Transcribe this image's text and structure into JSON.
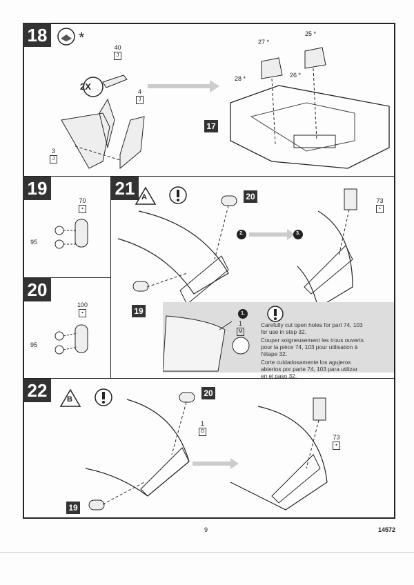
{
  "steps": [
    {
      "number": "18",
      "multiplier": "2X",
      "asterisk": "*",
      "parts": [
        {
          "num": "40",
          "sprue": "J"
        },
        {
          "num": "4",
          "sprue": "J"
        },
        {
          "num": "3",
          "sprue": "J"
        },
        {
          "num": "27 *"
        },
        {
          "num": "25 *"
        },
        {
          "num": "28 *"
        },
        {
          "num": "26 *"
        }
      ],
      "ref_step": "17"
    },
    {
      "number": "19",
      "parts": [
        {
          "num": "70",
          "sprue": "▪"
        },
        {
          "num": "95"
        }
      ]
    },
    {
      "number": "20",
      "parts": [
        {
          "num": "100",
          "sprue": "▪"
        },
        {
          "num": "95"
        }
      ]
    },
    {
      "number": "21",
      "paint_ref": "A",
      "ref_steps": [
        "20",
        "19"
      ],
      "substeps": [
        "2.",
        "3."
      ],
      "parts": [
        {
          "num": "73",
          "sprue": "▪"
        }
      ],
      "note": {
        "substep": "1.",
        "part": {
          "num": "1",
          "sprue": "M"
        },
        "text_en": "Carefully cut open holes for part 74, 103 for use in step 32.",
        "text_fr": "Couper soigneusement les trous ouverts pour la pièce 74, 103 pour utilisation à l'étape 32.",
        "text_es": "Corte cuidadosamente los agujeros abiertos por parte 74, 103 para utilizar en el paso 32."
      }
    },
    {
      "number": "22",
      "paint_ref": "B",
      "ref_steps": [
        "20",
        "19"
      ],
      "parts": [
        {
          "num": "1",
          "sprue": "O"
        },
        {
          "num": "73",
          "sprue": "▪"
        }
      ]
    }
  ],
  "footer": {
    "page": "9",
    "kit_number": "14572"
  }
}
